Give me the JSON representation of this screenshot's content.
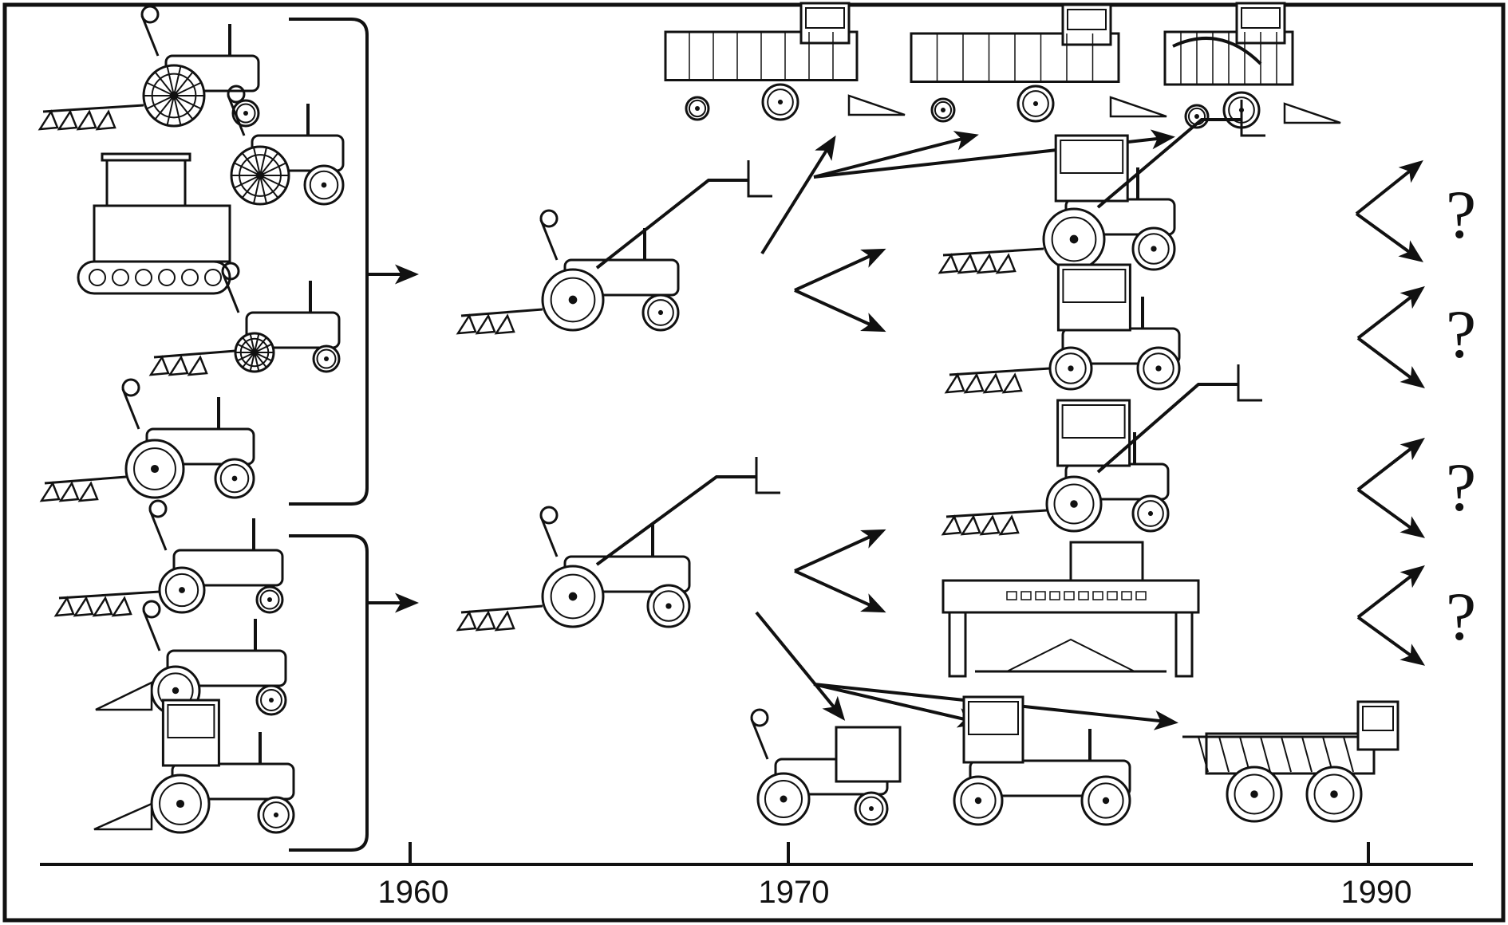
{
  "timeline": {
    "ticks": [
      "1960",
      "1970",
      "1990"
    ]
  },
  "unknown_marks": [
    "?",
    "?",
    "?",
    "?"
  ],
  "machine_groups": {
    "early_left_top": [
      "early-plough-tractor",
      "steel-wheel-tractor",
      "crawler-tractor",
      "rowcrop-plough-tractor",
      "plough-tractor"
    ],
    "early_left_bottom": [
      "tillage-tractor",
      "seeder-tractor",
      "planter-tractor"
    ],
    "mid_1960s": [
      "loader-plough-tractor",
      "loader-implement-tractor"
    ],
    "branches_1970s": [
      "combine-harvester",
      "baler-harvester",
      "forage-harvester",
      "loader-plough-4wd",
      "plough-tractor-cab",
      "loader-plough-cab",
      "gantry-tractor",
      "self-propelled-carrier",
      "toolbar-tractor",
      "sprayer-tractor"
    ]
  }
}
